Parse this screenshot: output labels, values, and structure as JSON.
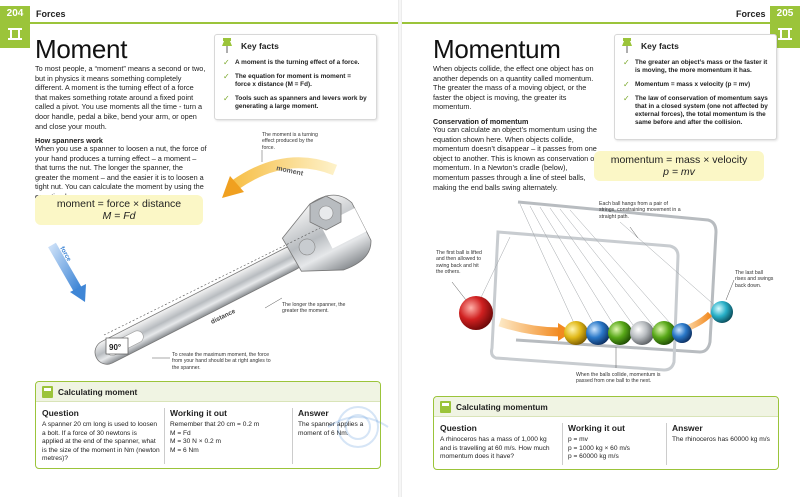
{
  "left": {
    "page_number": "204",
    "running_head": "Forces",
    "title": "Moment",
    "intro": "To most people, a “moment” means a second or two, but in physics it means something completely different. A moment is the turning effect of a force that makes something rotate around a fixed point called a pivot. You use moments all the time - turn a door handle, pedal a bike, bend your arm, or open and close your mouth.",
    "subhead": "How spanners work",
    "body": "When you use a spanner to loosen a nut, the force of your hand produces a turning effect – a moment – that turns the nut. The longer the spanner, the greater the moment – and the easier it is to loosen a tight nut. You can calculate the moment by using the equation here.",
    "key_facts": {
      "heading": "Key facts",
      "items": [
        "A moment is the turning effect of a force.",
        "The equation for moment is moment = force x distance (M = Fd).",
        "Tools such as spanners and levers work by generating a large moment."
      ]
    },
    "equation": {
      "line1": "moment = force × distance",
      "line2": "M = Fd"
    },
    "diagram": {
      "moment_note": "The moment is a turning effect produced by the force.",
      "moment_label": "moment",
      "force_label": "force",
      "distance_label": "distance",
      "angle_label": "90°",
      "longer_note": "The longer the spanner, the greater the moment.",
      "max_note": "To create the maximum moment, the force from your hand should be at right angles to the spanner."
    },
    "calc": {
      "title": "Calculating moment",
      "question_head": "Question",
      "question": "A spanner 20 cm long is used to loosen a bolt. If a force of 30 newtons is applied at the end of the spanner, what is the size of the moment in Nm (newton metres)?",
      "working_head": "Working it out",
      "working": [
        "Remember that 20 cm = 0.2 m",
        "M = Fd",
        "M = 30 N × 0.2 m",
        "M = 6 Nm"
      ],
      "answer_head": "Answer",
      "answer": "The spanner applies a moment of 6 Nm."
    }
  },
  "right": {
    "page_number": "205",
    "running_head": "Forces",
    "title": "Momentum",
    "intro": "When objects collide, the effect one object has on another depends on a quantity called momentum. The greater the mass of a moving object, or the faster the object is moving, the greater its momentum.",
    "subhead": "Conservation of momentum",
    "body": "You can calculate an object’s momentum using the equation shown here. When objects collide, momentum doesn’t disappear – it passes from one object to another. This is known as conservation of momentum. In a Newton’s cradle (below), momentum passes through a line of steel balls, making the end balls swing alternately.",
    "key_facts": {
      "heading": "Key facts",
      "items": [
        "The greater an object’s mass or the faster it is moving, the more momentum it has.",
        "Momentum = mass x velocity (p = mv)",
        "The law of conservation of momentum says that in a closed system (one not affected by external forces), the total momentum is the same before and after the collision."
      ]
    },
    "equation": {
      "line1": "momentum = mass × velocity",
      "line2": "p = mv"
    },
    "diagram": {
      "strings_note": "Each ball hangs from a pair of strings, constraining movement in a straight path.",
      "first_ball_note": "The first ball is lifted and then allowed to swing back and hit the others.",
      "last_ball_note": "The last ball rises and swings back down.",
      "collide_note": "When the balls collide, momentum is passed from one ball to the next."
    },
    "calc": {
      "title": "Calculating momentum",
      "question_head": "Question",
      "question": "A rhinoceros has a mass of 1,000 kg and is travelling at 60 m/s. How much momentum does it have?",
      "working_head": "Working it out",
      "working": [
        "p = mv",
        "p = 1000 kg × 60 m/s",
        "p = 60000 kg m/s"
      ],
      "answer_head": "Answer",
      "answer": "The rhinoceros has 60000 kg m/s"
    }
  },
  "colors": {
    "accent": "#9bc43a",
    "equation_bg": "#fbf7c6",
    "arrow_orange": "#f0a020",
    "force_blue": "#4a8fd8"
  }
}
